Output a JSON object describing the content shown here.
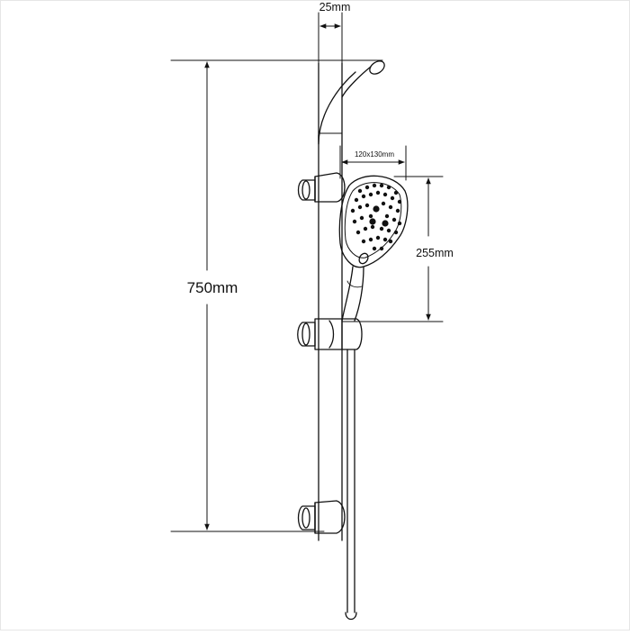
{
  "dimensions": {
    "width_top": "25mm",
    "head_width": "120x130mm",
    "head_height": "255mm",
    "total_height": "750mm"
  },
  "colors": {
    "line": "#111111",
    "background": "#ffffff"
  }
}
